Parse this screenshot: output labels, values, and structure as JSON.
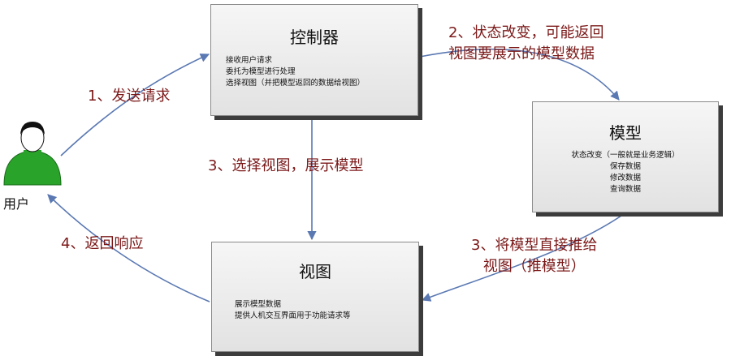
{
  "colors": {
    "label_text": "#7b1818",
    "box_fill": "#e8e8e8",
    "box_shadow": "#3c3c3c",
    "arrow": "#5a78b2",
    "user_body": "#2aa32a",
    "user_hair": "#111111"
  },
  "user": {
    "label": "用户",
    "icon": "user-icon"
  },
  "controller": {
    "title": "控制器",
    "lines": [
      "接收用户请求",
      "委托为模型进行处理",
      "选择视图（并把模型返回的数据给视图）"
    ]
  },
  "model": {
    "title": "模型",
    "lines": [
      "状态改变（一般就是业务逻辑）",
      "保存数据",
      "修改数据",
      "查询数据"
    ]
  },
  "view": {
    "title": "视图",
    "lines": [
      "展示模型数据",
      "提供人机交互界面用于功能请求等"
    ]
  },
  "edges": {
    "send_request": "1、发送请求",
    "state_change": [
      "2、状态改变，可能返回",
      "视图要展示的模型数据"
    ],
    "select_view": "3、选择视图，展示模型",
    "push_model": [
      "3、将模型直接推给",
      "视图（推模型）"
    ],
    "return_response": "4、返回响应"
  }
}
